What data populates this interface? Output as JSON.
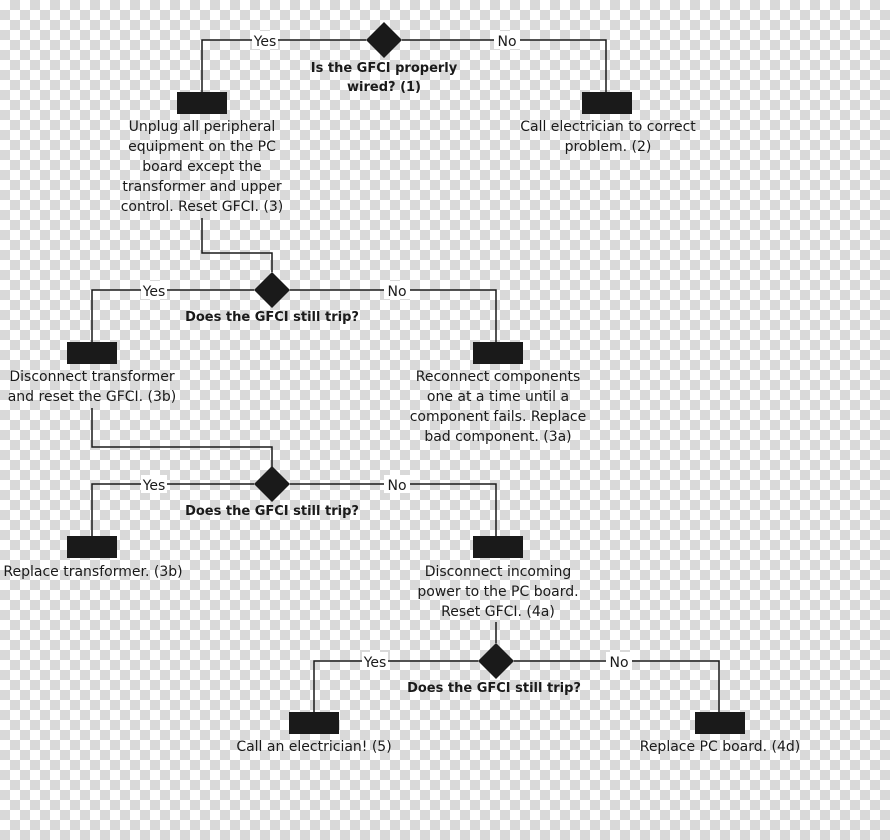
{
  "decisions": [
    {
      "question": [
        "Is the GFCI properly",
        "wired? (1)"
      ],
      "yes": "Yes",
      "no": "No"
    },
    {
      "question": [
        "Does the GFCI still trip?"
      ],
      "yes": "Yes",
      "no": "No"
    },
    {
      "question": [
        "Does the GFCI still trip?"
      ],
      "yes": "Yes",
      "no": "No"
    },
    {
      "question": [
        "Does the GFCI still trip?"
      ],
      "yes": "Yes",
      "no": "No"
    }
  ],
  "actions": [
    {
      "lines": [
        "Unplug all peripheral",
        "equipment on the PC",
        "board except the",
        "transformer and upper",
        "control.  Reset GFCI. (3)"
      ]
    },
    {
      "lines": [
        "Call electrician to correct",
        "problem. (2)"
      ]
    },
    {
      "lines": [
        "Disconnect transformer",
        "and reset the GFCI. (3b)"
      ]
    },
    {
      "lines": [
        "Reconnect components",
        "one at a time until a",
        "component fails.  Replace",
        "bad component. (3a)"
      ]
    },
    {
      "lines": [
        "Replace transformer. (3b)"
      ]
    },
    {
      "lines": [
        "Disconnect incoming",
        "power to the PC board.",
        "Reset GFCI. (4a)"
      ]
    },
    {
      "lines": [
        "Call an electrician! (5)"
      ]
    },
    {
      "lines": [
        "Replace PC board. (4d)"
      ]
    }
  ]
}
